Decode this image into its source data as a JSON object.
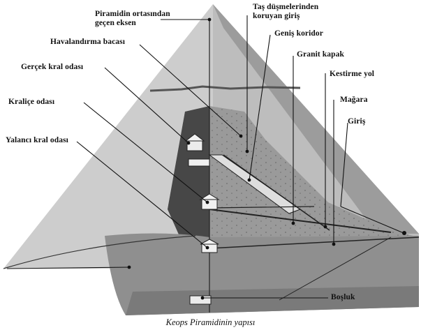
{
  "labels": {
    "axis_line1": "Piramidin ortasından",
    "axis_line2": "geçen eksen",
    "ventilation": "Havalandırma bacası",
    "king": "Gerçek kral odası",
    "queen": "Kraliçe odası",
    "fake": "Yalancı kral odası",
    "stonefall_line1": "Taş düşmelerinden",
    "stonefall_line2": "koruyan giriş",
    "corridor": "Geniş koridor",
    "granite": "Granit kapak",
    "shortcut": "Kestirme yol",
    "cave": "Mağara",
    "entrance": "Giriş",
    "void": "Boşluk"
  },
  "caption": "Keops Piramidinin yapısı"
}
